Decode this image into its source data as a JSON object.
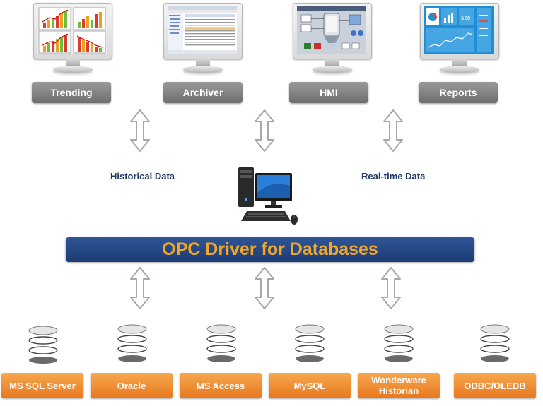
{
  "apps": [
    {
      "label": "Trending",
      "icon": "trending-charts-icon"
    },
    {
      "label": "Archiver",
      "icon": "archiver-table-icon"
    },
    {
      "label": "HMI",
      "icon": "hmi-screen-icon"
    },
    {
      "label": "Reports",
      "icon": "reports-dashboard-icon"
    }
  ],
  "captions": {
    "historical": "Historical Data",
    "realtime": "Real-time Data"
  },
  "bar_label": "OPC Driver for Databases",
  "databases": [
    {
      "label": "MS SQL Server"
    },
    {
      "label": "Oracle"
    },
    {
      "label": "MS Access"
    },
    {
      "label": "MySQL"
    },
    {
      "label": "Wonderware Historian"
    },
    {
      "label": "ODBC/OLEDB"
    }
  ],
  "colors": {
    "bar": "#1f3f7a",
    "bar_text": "#f5a623",
    "orange": "#ee8a2e",
    "gray": "#808080",
    "caption": "#1f3864"
  }
}
